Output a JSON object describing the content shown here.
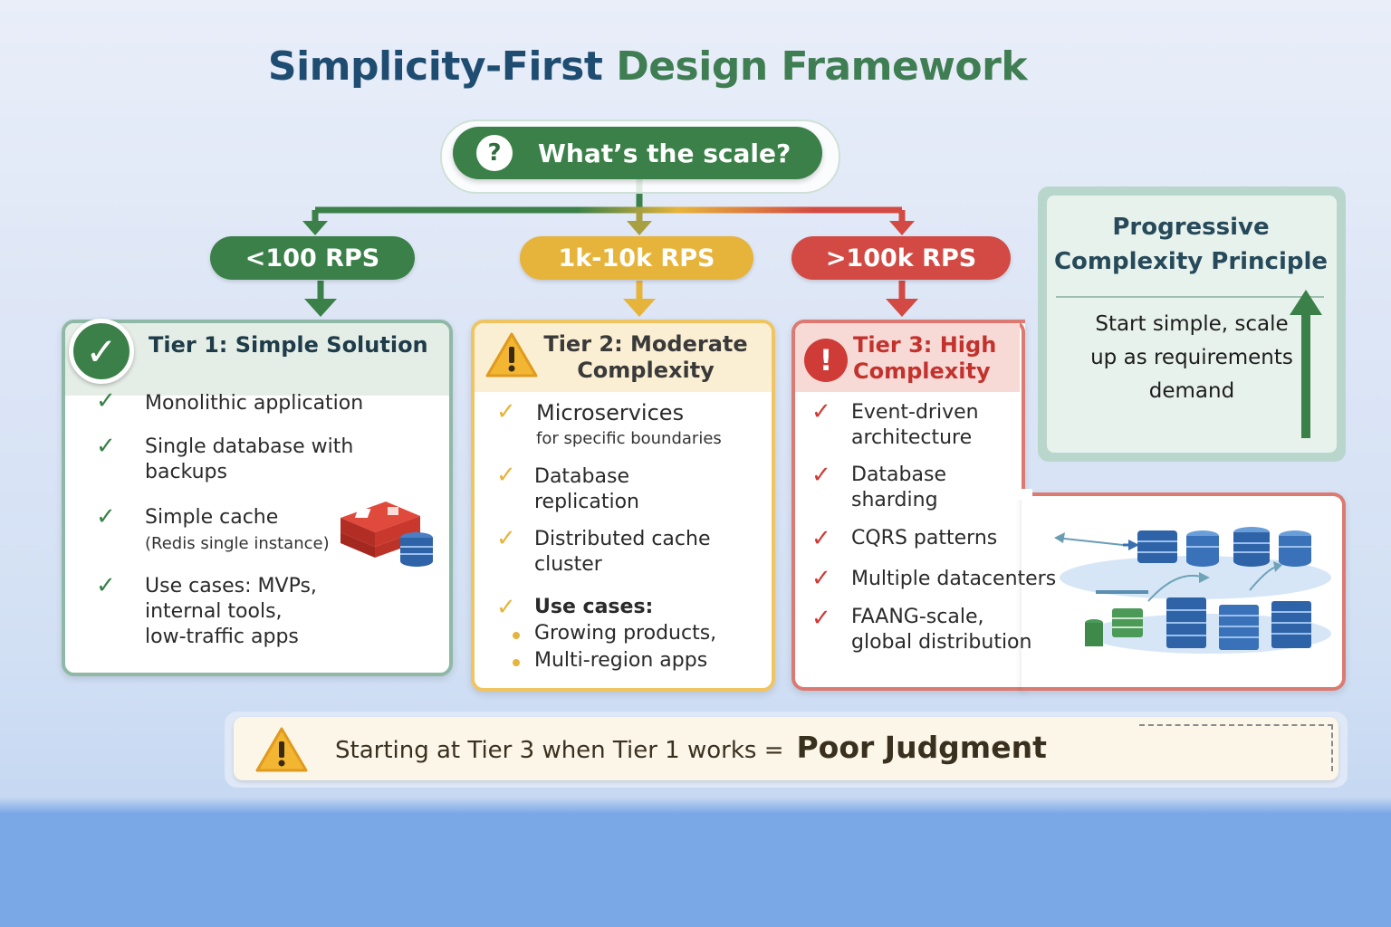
{
  "title": {
    "part1": "Simplicity-First",
    "part2": "Design Framework"
  },
  "question": {
    "label": "What’s the scale?",
    "icon": "?"
  },
  "branches": [
    {
      "label": "<100 RPS",
      "color": "#3a8048"
    },
    {
      "label": "1k-10k RPS",
      "color": "#e7b43b"
    },
    {
      "label": ">100k RPS",
      "color": "#d24a43"
    }
  ],
  "tier1": {
    "title": "Tier 1: Simple Solution",
    "items": [
      {
        "l1": "Monolithic application"
      },
      {
        "l1": "Single database with",
        "l2": "backups"
      },
      {
        "l1": "Simple cache",
        "sub": "(Redis single instance)"
      },
      {
        "l1": "Use cases: MVPs,",
        "l2": "internal tools,",
        "l3": "low-traffic apps"
      }
    ]
  },
  "tier2": {
    "title": "Tier 2: Moderate Complexity",
    "items": [
      {
        "l1": "Microservices",
        "sub": "for specific boundaries"
      },
      {
        "l1": "Database",
        "l2": "replication"
      },
      {
        "l1": "Distributed cache",
        "l2": "cluster"
      },
      {
        "l1": "Use cases:"
      }
    ],
    "bullets": [
      "Growing products,",
      "Multi-region apps"
    ]
  },
  "tier3": {
    "title": "Tier 3: High Complexity",
    "items": [
      {
        "l1": "Event-driven",
        "l2": "architecture"
      },
      {
        "l1": "Database",
        "l2": "sharding"
      },
      {
        "l1": "CQRS patterns"
      },
      {
        "l1": "Multiple datacenters"
      },
      {
        "l1": "FAANG-scale,",
        "l2": "global distribution"
      }
    ]
  },
  "principle": {
    "title": "Progressive Complexity Principle",
    "text": "Start simple, scale up as requirements demand"
  },
  "bottom": {
    "text": "Starting at Tier 3 when Tier 1 works =",
    "strong": "Poor Judgment"
  },
  "colors": {
    "green": "#3a8048",
    "yellow": "#e7b43b",
    "red": "#cf3b36",
    "navy": "#1f4d72"
  },
  "icons": [
    "question-icon",
    "check-circle-icon",
    "warning-icon",
    "exclamation-icon",
    "redis-icon",
    "database-icon",
    "server-icon",
    "up-arrow-icon"
  ]
}
